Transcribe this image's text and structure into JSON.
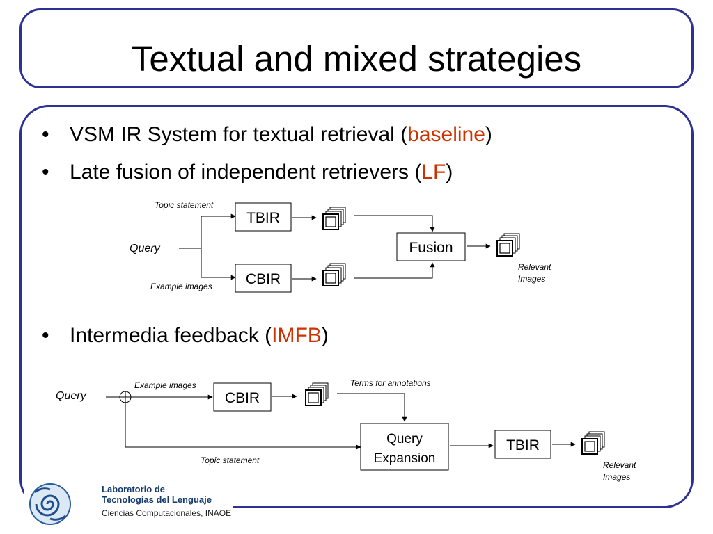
{
  "slide": {
    "title": "Textual and mixed strategies",
    "bullets": [
      {
        "prefix": "VSM IR System for textual retrieval (",
        "highlight": "baseline",
        "suffix": ")"
      },
      {
        "prefix": "Late fusion of independent retrievers (",
        "highlight": "LF",
        "suffix": ")"
      },
      {
        "prefix": "Intermedia feedback (",
        "highlight": "IMFB",
        "suffix": ")"
      }
    ],
    "bullet_symbol": "•",
    "highlight_color": "#cc3300",
    "frame_color": "#2e3192"
  },
  "lf_diagram": {
    "query": "Query",
    "topic_statement": "Topic statement",
    "example_images": "Example images",
    "tbir": "TBIR",
    "cbir": "CBIR",
    "fusion": "Fusion",
    "relevant_line1": "Relevant",
    "relevant_line2": "Images"
  },
  "imfb_diagram": {
    "query": "Query",
    "example_images": "Example images",
    "cbir": "CBIR",
    "terms": "Terms for annotations",
    "expansion_line1": "Query",
    "expansion_line2": "Expansion",
    "tbir": "TBIR",
    "topic_statement": "Topic statement",
    "relevant_line1": "Relevant",
    "relevant_line2": "Images"
  },
  "footer": {
    "lab_line1": "Laboratorio de",
    "lab_line2": "Tecnologías del Lenguaje",
    "institution": "Ciencias Computacionales, INAOE",
    "logo_icon": "spiral-logo-icon"
  }
}
